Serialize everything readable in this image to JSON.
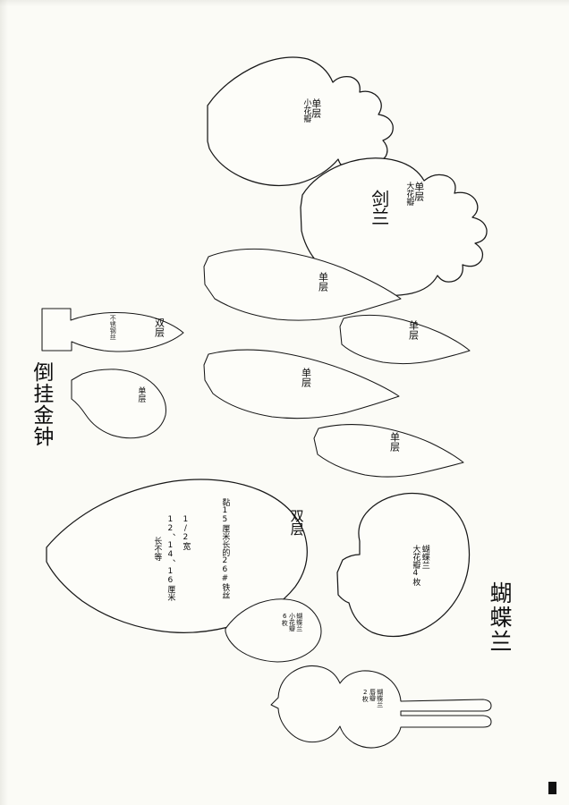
{
  "document": {
    "kind": "scanned-craft-pattern-sheet",
    "page_background": "#fbfbf6",
    "ink_color": "#181818"
  },
  "titles": [
    {
      "name": "fuchsia-title",
      "text": "倒挂金钟"
    },
    {
      "name": "phalaenopsis-title",
      "text": "蝴蝶兰"
    }
  ],
  "pieces": {
    "gladiolus_small_petal": {
      "layer_label": "单层",
      "part_label": "小花瓣"
    },
    "gladiolus_large_petal": {
      "flower_name": "剑兰",
      "layer_label": "单层",
      "part_label": "大花瓣"
    },
    "leaf_1": {
      "layer_label": "单层"
    },
    "leaf_2": {
      "layer_label": "单层"
    },
    "leaf_3": {
      "layer_label": "单层"
    },
    "leaf_4": {
      "layer_label": "单层"
    },
    "fuchsia_double": {
      "layer_label": "双层",
      "material_note": "不锈钢丝"
    },
    "fuchsia_single": {
      "layer_label": "单层"
    },
    "big_double_leaf": {
      "layer_label": "双层",
      "wire_note": "黏15厘米长的26#铁丝",
      "width_note": "1/2宽",
      "length_note": "12、14、16厘米",
      "length_note2": "长不等"
    },
    "phal_large_petal": {
      "flower_name": "蝴蝶兰",
      "part_label": "大花瓣4枚"
    },
    "phal_small_petal": {
      "flower_name": "蝴蝶兰",
      "part_label": "小花瓣",
      "count_label": "6枚"
    },
    "phal_lip": {
      "flower_name": "蝴蝶兰",
      "part_label": "唇瓣",
      "count_label": "2枚"
    }
  }
}
